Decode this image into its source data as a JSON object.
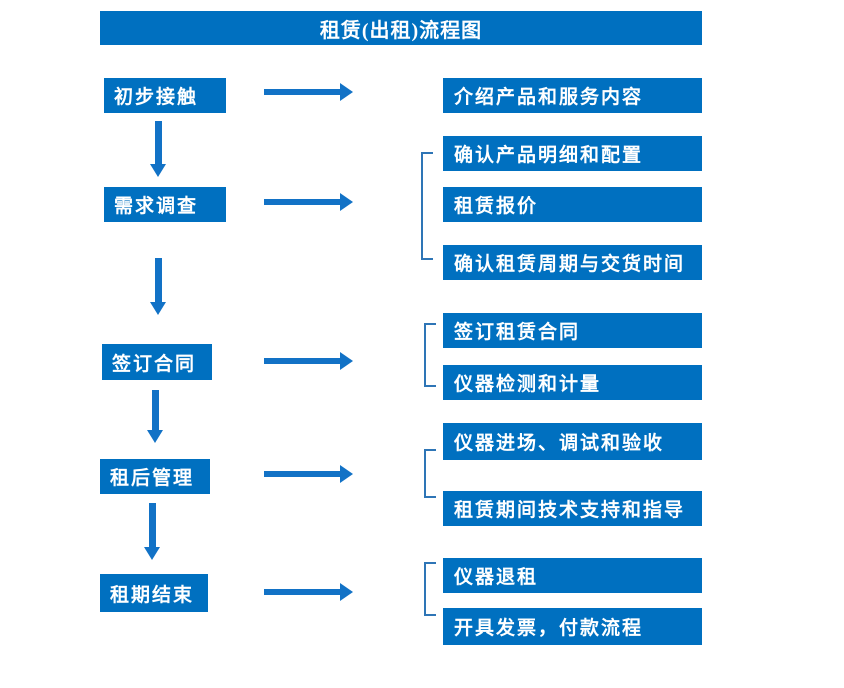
{
  "title": "租赁(出租)流程图",
  "steps": [
    {
      "label": "初步接触"
    },
    {
      "label": "需求调查"
    },
    {
      "label": "签订合同"
    },
    {
      "label": "租后管理"
    },
    {
      "label": "租期结束"
    }
  ],
  "details": [
    {
      "label": "介绍产品和服务内容"
    },
    {
      "label": "确认产品明细和配置"
    },
    {
      "label": "租赁报价"
    },
    {
      "label": "确认租赁周期与交货时间"
    },
    {
      "label": "签订租赁合同"
    },
    {
      "label": "仪器检测和计量"
    },
    {
      "label": "仪器进场、调试和验收"
    },
    {
      "label": "租赁期间技术支持和指导"
    },
    {
      "label": "仪器退租"
    },
    {
      "label": "开具发票，付款流程"
    }
  ],
  "connections": {
    "step_to_details": [
      [
        0
      ],
      [
        1,
        2,
        3
      ],
      [
        4,
        5
      ],
      [
        6,
        7
      ],
      [
        8,
        9
      ]
    ],
    "down_arrows_between_steps": 4,
    "right_arrows_from_steps": 5,
    "bracket_groups": 4
  },
  "colors": {
    "box_fill": "#0070C0",
    "arrow": "#1272C6",
    "bracket": "#2E75B6",
    "box_text": "#FFFFFF",
    "background": "#FFFFFF"
  }
}
